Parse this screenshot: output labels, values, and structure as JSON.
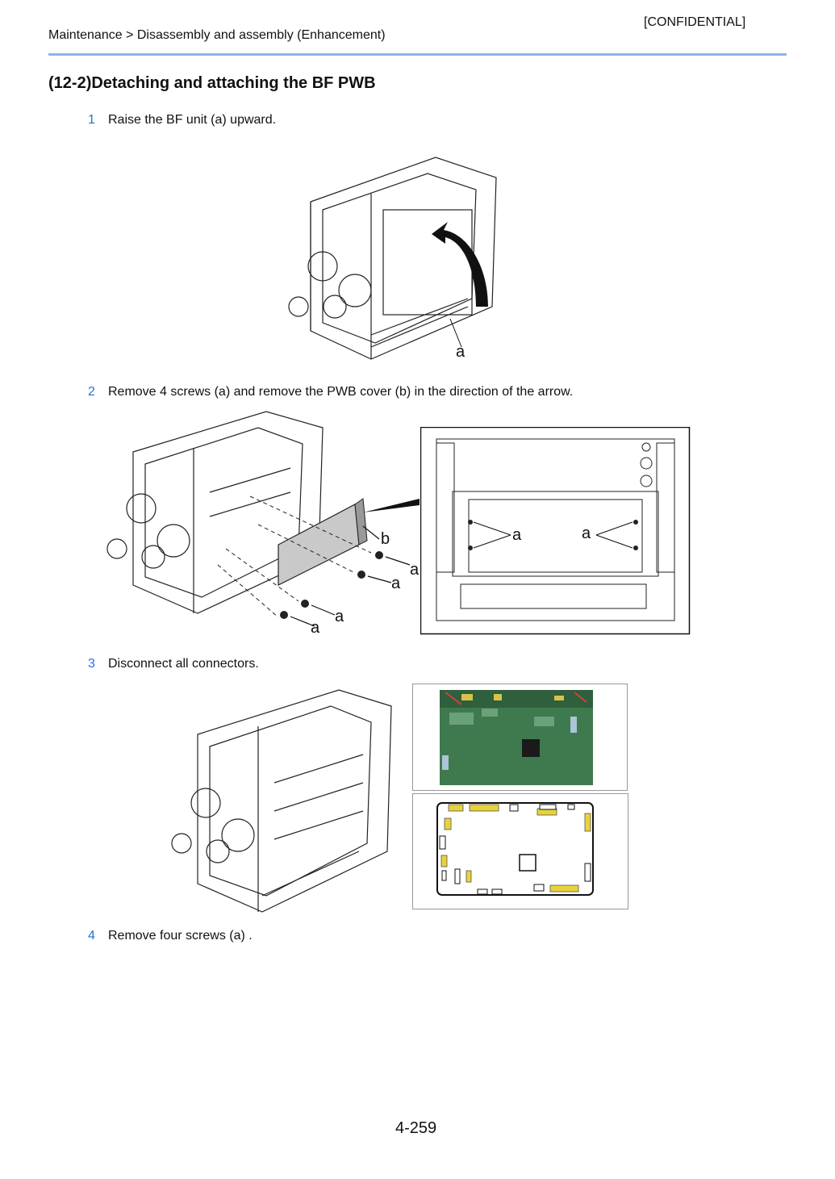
{
  "header": {
    "confidential": "[CONFIDENTIAL]",
    "breadcrumb": "Maintenance > Disassembly and assembly (Enhancement)"
  },
  "section_title": "(12-2)Detaching and attaching the BF PWB",
  "steps": [
    {
      "num": "1",
      "text": "Raise the BF unit (a) upward."
    },
    {
      "num": "2",
      "text": "Remove 4 screws (a)  and remove the PWB cover (b) in the direction of the arrow."
    },
    {
      "num": "3",
      "text": "Disconnect all connectors."
    },
    {
      "num": "4",
      "text": "Remove four screws (a) ."
    }
  ],
  "figure1": {
    "label_a": "a"
  },
  "figure2": {
    "label_b": "b",
    "label_a": "a",
    "detail_label_a": "a"
  },
  "page_number": "4-259",
  "colors": {
    "accent": "#2a6fd6",
    "rule": "#8fb4e6",
    "pcb_green": "#3f7a4e",
    "connector_yellow": "#e8d23a"
  }
}
